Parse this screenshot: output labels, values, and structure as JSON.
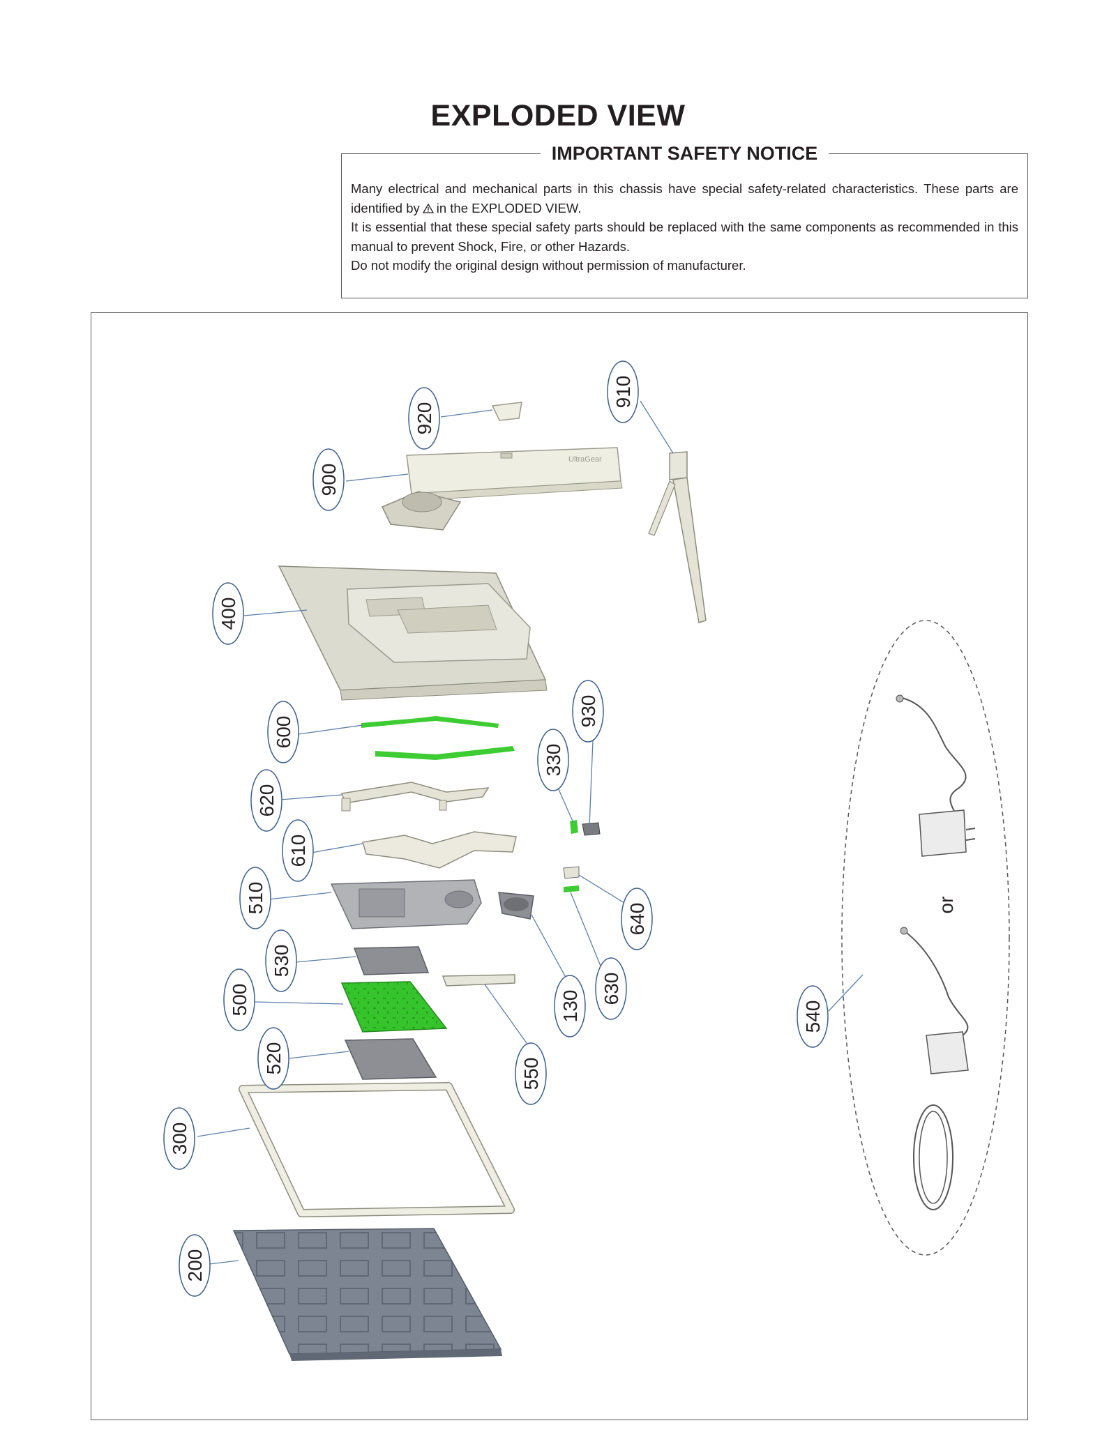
{
  "title": "EXPLODED VIEW",
  "notice": {
    "heading": "IMPORTANT SAFETY NOTICE",
    "line1_before": "Many electrical and mechanical parts in this chassis have special safety-related characteristics. These parts are identified by",
    "line1_after": "in the  EXPLODED VIEW.",
    "line2": "It is essential that these special safety parts should be replaced with the same components as recommended in this manual to prevent Shock, Fire, or other Hazards.",
    "line3": "Do not modify the original design without permission of manufacturer.",
    "symbol_icon": "warning-triangle-icon"
  },
  "stand_brand": "UltraGear",
  "adapter_separator": "or",
  "callouts": [
    "920",
    "910",
    "900",
    "400",
    "600",
    "930",
    "330",
    "620",
    "610",
    "510",
    "640",
    "530",
    "130",
    "630",
    "500",
    "540",
    "520",
    "550",
    "300",
    "200"
  ],
  "colors": {
    "pcb": "#35c42b",
    "green_parts": "#3dcc32",
    "plastic": "#efeee3",
    "panel": "#7c8591",
    "line": "#5b7fa8"
  }
}
